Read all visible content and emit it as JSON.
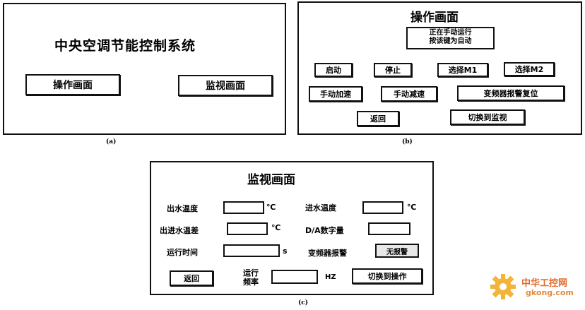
{
  "panel_a": {
    "title": "中央空调节能控制系统",
    "operate_btn": "操作画面",
    "monitor_btn": "监视画面",
    "caption": "(a)"
  },
  "panel_b": {
    "title": "操作画面",
    "status_line1": "正在手动运行",
    "status_line2": "按该键为自动",
    "start_btn": "启动",
    "stop_btn": "停止",
    "select_m1_btn": "选择M1",
    "select_m2_btn": "选择M2",
    "manual_up_btn": "手动加速",
    "manual_down_btn": "手动减速",
    "vfd_reset_btn": "变频器报警复位",
    "back_btn": "返回",
    "to_monitor_btn": "切换到监视",
    "caption": "(b)"
  },
  "panel_c": {
    "title": "监视画面",
    "outlet_temp_label": "出水温度",
    "outlet_temp_unit": "℃",
    "inlet_temp_label": "进水温度",
    "inlet_temp_unit": "℃",
    "temp_diff_label": "出进水温差",
    "temp_diff_unit": "℃",
    "da_label": "D/A数字量",
    "run_time_label": "运行时间",
    "run_time_unit": "s",
    "vfd_alarm_label": "变频器报警",
    "vfd_alarm_value": "无报警",
    "freq_label_line1": "运行",
    "freq_label_line2": "频率",
    "freq_unit": "HZ",
    "back_btn": "返回",
    "to_operate_btn": "切换到操作",
    "caption": "(c)"
  },
  "watermark": {
    "line1": "中华工控网",
    "line2": "gkong.com",
    "icon": "gear-icon"
  }
}
